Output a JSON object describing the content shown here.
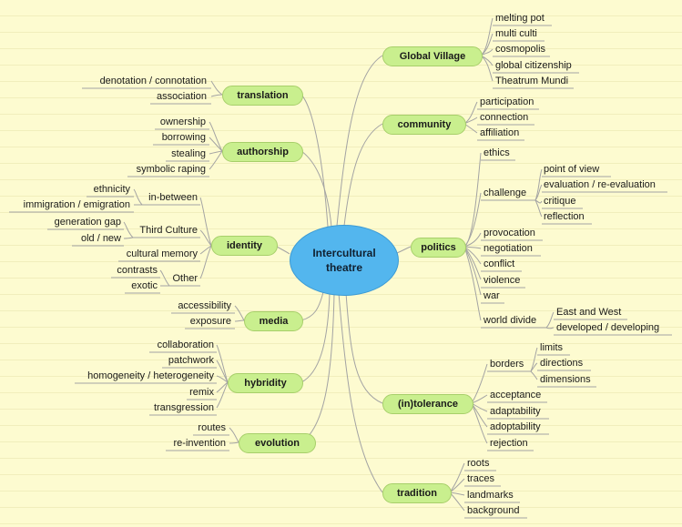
{
  "center": {
    "line1": "Intercultural",
    "line2": "theatre"
  },
  "branches": {
    "global_village": {
      "label": "Global Village",
      "items": [
        "melting pot",
        "multi culti",
        "cosmopolis",
        "global citizenship",
        "Theatrum Mundi"
      ]
    },
    "community": {
      "label": "community",
      "items": [
        "participation",
        "connection",
        "affiliation"
      ]
    },
    "politics": {
      "label": "politics",
      "ethics": "ethics",
      "challenge": {
        "label": "challenge",
        "items": [
          "point of view",
          "evaluation / re-evaluation",
          "critique",
          "reflection"
        ]
      },
      "items": [
        "provocation",
        "negotiation",
        "conflict",
        "violence",
        "war"
      ],
      "world_divide": {
        "label": "world divide",
        "items": [
          "East and West",
          "developed / developing"
        ]
      }
    },
    "intolerance": {
      "label": "(in)tolerance",
      "borders": {
        "label": "borders",
        "items": [
          "limits",
          "directions",
          "dimensions"
        ]
      },
      "items": [
        "acceptance",
        "adaptability",
        "adoptability",
        "rejection"
      ]
    },
    "tradition": {
      "label": "tradition",
      "items": [
        "roots",
        "traces",
        "landmarks",
        "background"
      ]
    },
    "translation": {
      "label": "translation",
      "items": [
        "denotation / connotation",
        "association"
      ]
    },
    "authorship": {
      "label": "authorship",
      "items": [
        "ownership",
        "borrowing",
        "stealing",
        "symbolic raping"
      ]
    },
    "identity": {
      "label": "identity",
      "in_between": {
        "label": "in-between",
        "items": [
          "ethnicity",
          "immigration / emigration"
        ]
      },
      "third_culture": {
        "label": "Third Culture",
        "items": [
          "generation gap",
          "old / new"
        ]
      },
      "cultural_memory": "cultural memory",
      "other": {
        "label": "Other",
        "items": [
          "contrasts",
          "exotic"
        ]
      }
    },
    "media": {
      "label": "media",
      "items": [
        "accessibility",
        "exposure"
      ]
    },
    "hybridity": {
      "label": "hybridity",
      "items": [
        "collaboration",
        "patchwork",
        "homogeneity / heterogeneity",
        "remix",
        "transgression"
      ]
    },
    "evolution": {
      "label": "evolution",
      "items": [
        "routes",
        "re-invention"
      ]
    }
  },
  "colors": {
    "center": "#53b6ee",
    "branch": "#c9ef8e",
    "line": "#9c9c9c",
    "background": "#fdfbd0"
  }
}
